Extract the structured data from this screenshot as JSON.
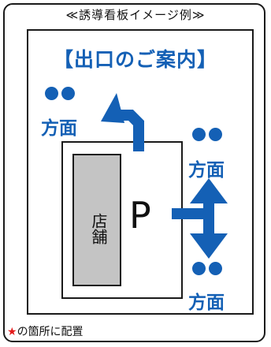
{
  "title": "≪誘導看板イメージ例≫",
  "header": "【出口のご案内】",
  "directions": [
    {
      "dots": "●●",
      "label": "方面"
    },
    {
      "dots": "●●",
      "label": "方面"
    },
    {
      "dots": "●●",
      "label": "方面"
    }
  ],
  "store_label": "店舗",
  "parking_label": "P",
  "footnote": {
    "star": "★",
    "text": "の箇所に配置"
  },
  "colors": {
    "accent": "#1460b5",
    "star": "#e41b1b",
    "store_fill": "#c4c4c4"
  }
}
